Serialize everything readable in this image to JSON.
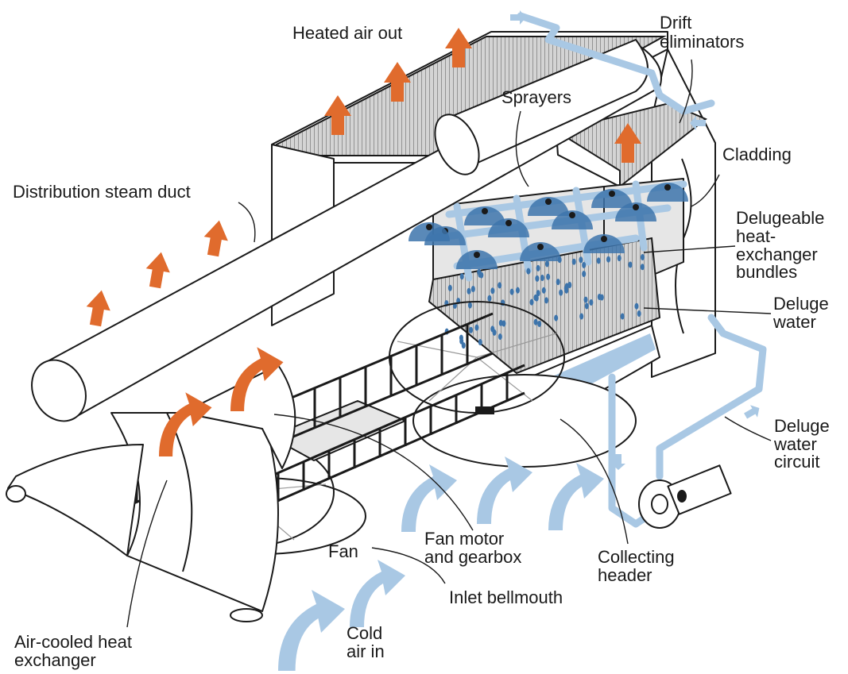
{
  "colors": {
    "heated_air_arrow": "#e06b2d",
    "cold_air_arrow": "#a9c8e4",
    "water_spray": "#3d74ab",
    "water_circuit": "#a9c8e4",
    "outline": "#1a1a1a"
  },
  "labels": {
    "heated_air_out": "Heated air out",
    "drift_eliminators_1": "Drift",
    "drift_eliminators_2": "eliminators",
    "sprayers": "Sprayers",
    "cladding": "Cladding",
    "distribution_steam_duct": "Distribution steam duct",
    "delugeable_1": "Delugeable",
    "delugeable_2": "heat-",
    "delugeable_3": "exchanger",
    "delugeable_4": "bundles",
    "deluge_water_1": "Deluge",
    "deluge_water_2": "water",
    "deluge_circuit_1": "Deluge",
    "deluge_circuit_2": "water",
    "deluge_circuit_3": "circuit",
    "fan_motor_1": "Fan motor",
    "fan_motor_2": "and gearbox",
    "collecting_header_1": "Collecting",
    "collecting_header_2": "header",
    "fan": "Fan",
    "inlet_bellmouth": "Inlet bellmouth",
    "cold_air_1": "Cold",
    "cold_air_2": "air in",
    "air_cooled_1": "Air-cooled heat",
    "air_cooled_2": "exchanger"
  },
  "icons": {
    "heated_air": "up-arrow-icon",
    "cold_air": "curved-arrow-icon",
    "pump": "pump-icon"
  }
}
